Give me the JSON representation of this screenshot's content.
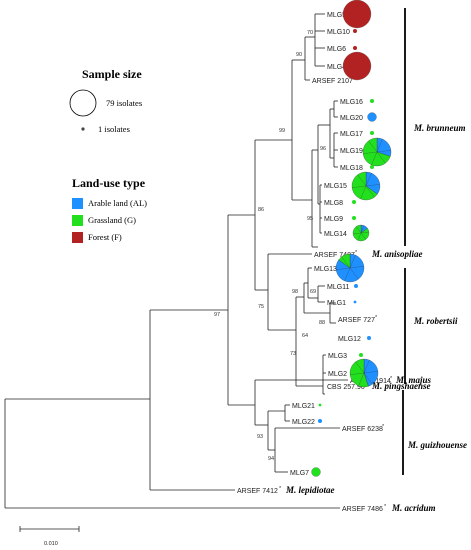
{
  "colors": {
    "arable": "#1e90ff",
    "grassland": "#22e01e",
    "forest": "#b22222"
  },
  "legend": {
    "sample_size_title": "Sample size",
    "large_label": "79 isolates",
    "small_label": "1 isolates",
    "landuse_title": "Land-use type",
    "items": [
      {
        "label": "Arable land (AL)",
        "color": "#1e90ff"
      },
      {
        "label": "Grassland (G)",
        "color": "#22e01e"
      },
      {
        "label": "Forest (F)",
        "color": "#b22222"
      }
    ]
  },
  "taxa": {
    "MLG5": "MLG5",
    "MLG10": "MLG10",
    "MLG6": "MLG6",
    "MLG4": "MLG4",
    "A2107": "ARSEF 2107",
    "MLG16": "MLG16",
    "MLG20": "MLG20",
    "MLG17": "MLG17",
    "MLG19": "MLG19",
    "MLG18": "MLG18",
    "MLG15": "MLG15",
    "MLG8": "MLG8",
    "MLG9": "MLG9",
    "MLG14": "MLG14",
    "A7487": "ARSEF 7487",
    "MLG13": "MLG13",
    "MLG11": "MLG11",
    "MLG1": "MLG1",
    "A727": "ARSEF 727",
    "MLG12": "MLG12",
    "MLG3": "MLG3",
    "MLG2": "MLG2",
    "CBS": "CBS 257.90",
    "A1914": "ARSEF 1914",
    "MLG21": "MLG21",
    "MLG22": "MLG22",
    "A6238": "ARSEF 6238",
    "MLG7": "MLG7",
    "A7412": "ARSEF 7412",
    "A7486": "ARSEF 7486"
  },
  "type_strain_marker": "*",
  "bootstrap": {
    "b70": "70",
    "b90": "90",
    "b99": "99",
    "b96": "96",
    "b95": "95",
    "b86": "86",
    "b75": "75",
    "b98": "98",
    "b69": "69",
    "b88": "88",
    "b64": "64",
    "b73": "73",
    "b97": "97",
    "b93": "93",
    "b94": "94"
  },
  "clades": {
    "brunneum": "M. brunneum",
    "robertsii": "M. robertsii",
    "guizhouense": "M. guizhouense"
  },
  "species": {
    "anisopliae": "M. anisopliae",
    "pingshaense": "M. pingshaense",
    "majus": "M. majus",
    "lepidiotae": "M. lepidiotae",
    "acridum": "M. acridum"
  },
  "scale_bar": {
    "label": "0.010"
  },
  "pies": [
    {
      "taxon": "MLG5",
      "size": "large",
      "forest": 1.0
    },
    {
      "taxon": "MLG10",
      "size": "dot",
      "forest": 1.0
    },
    {
      "taxon": "MLG6",
      "size": "dot",
      "forest": 1.0
    },
    {
      "taxon": "MLG4",
      "size": "large",
      "forest": 1.0
    },
    {
      "taxon": "MLG16",
      "size": "dot",
      "grassland": 1.0
    },
    {
      "taxon": "MLG20",
      "size": "small",
      "arable": 1.0
    },
    {
      "taxon": "MLG17",
      "size": "dot",
      "grassland": 1.0
    },
    {
      "taxon": "MLG19",
      "size": "large",
      "arable": 0.3,
      "grassland": 0.7
    },
    {
      "taxon": "MLG18",
      "size": "dot",
      "grassland": 1.0
    },
    {
      "taxon": "MLG15",
      "size": "large",
      "arable": 0.35,
      "grassland": 0.65
    },
    {
      "taxon": "MLG8",
      "size": "dot",
      "grassland": 1.0
    },
    {
      "taxon": "MLG9",
      "size": "dot",
      "grassland": 1.0
    },
    {
      "taxon": "MLG14",
      "size": "medium",
      "arable": 0.15,
      "grassland": 0.85
    },
    {
      "taxon": "MLG13",
      "size": "large",
      "arable": 0.85,
      "grassland": 0.15
    },
    {
      "taxon": "MLG11",
      "size": "dot",
      "arable": 1.0
    },
    {
      "taxon": "MLG1",
      "size": "tiny",
      "arable": 1.0
    },
    {
      "taxon": "MLG12",
      "size": "dot",
      "arable": 1.0
    },
    {
      "taxon": "MLG3",
      "size": "dot",
      "grassland": 1.0
    },
    {
      "taxon": "MLG2",
      "size": "large",
      "arable": 0.45,
      "grassland": 0.55
    },
    {
      "taxon": "MLG21",
      "size": "tiny",
      "grassland": 1.0
    },
    {
      "taxon": "MLG22",
      "size": "dot",
      "arable": 1.0
    },
    {
      "taxon": "MLG7",
      "size": "small",
      "grassland": 1.0
    }
  ]
}
